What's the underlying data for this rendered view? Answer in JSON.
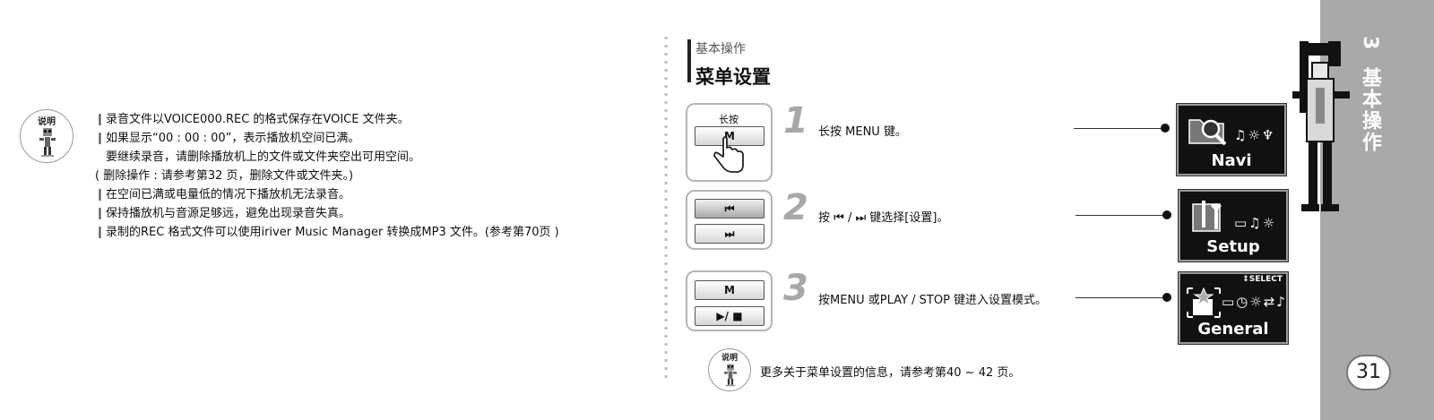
{
  "left": {
    "note_label": "说明",
    "notes": [
      {
        "text": "录音文件以VOICE000.REC 的格式保存在VOICE 文件夹。",
        "bullet": true
      },
      {
        "text": "如果显示“00 : 00 : 00”，表示播放机空间已满。",
        "bullet": true
      },
      {
        "text": "要继续录音，请删除播放机上的文件或文件夹空出可用空间。",
        "bullet": false
      },
      {
        "text": "( 删除操作 : 请参考第32 页，删除文件或文件夹。)",
        "bullet": false
      },
      {
        "text": "在空间已满或电量低的情况下播放机无法录音。",
        "bullet": true
      },
      {
        "text": "保持播放机与音源足够远，避免出现录音失真。",
        "bullet": true
      },
      {
        "text": "录制的REC 格式文件可以使用iriver Music Manager 转换成MP3 文件。(参考第70页 )",
        "bullet": true
      }
    ]
  },
  "right": {
    "breadcrumb": "基本操作",
    "title": "菜单设置",
    "steps": [
      {
        "num": "1",
        "text": "长按 MENU 键。",
        "hold_label": "长按",
        "keys": [
          "M"
        ],
        "screen": "Navi"
      },
      {
        "num": "2",
        "text": "按 ⏮ / ⏭ 键选择[设置]。",
        "keys": [
          "⏮",
          "⏭"
        ],
        "screen": "Setup"
      },
      {
        "num": "3",
        "text": "按MENU 或PLAY / STOP 键进入设置模式。",
        "keys": [
          "M",
          "▶/ ■"
        ],
        "screen": "General",
        "screen_tag": "⇕SELECT"
      }
    ],
    "note_label": "说明",
    "more_info": "更多关于菜单设置的信息，请参考第40 ~ 42 页。"
  },
  "side": {
    "chapter_num": "3",
    "chapter_title": "基本操作",
    "page_number": "31"
  },
  "colors": {
    "band": "#a9a9a9",
    "step_number": "#a8a8a8",
    "screen_bg": "#111111"
  }
}
